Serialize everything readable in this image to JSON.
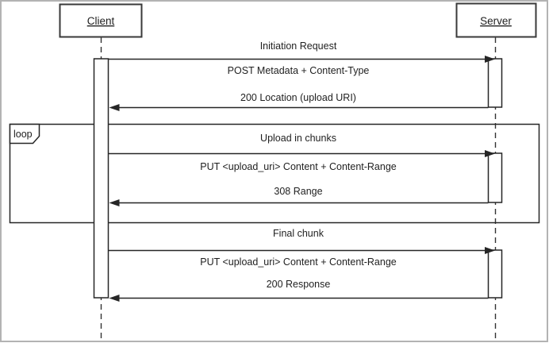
{
  "diagram": {
    "type": "uml-sequence-diagram",
    "actors": {
      "client": "Client",
      "server": "Server"
    },
    "loop_fragment": {
      "label": "loop"
    },
    "sections": [
      {
        "title": "Initiation Request",
        "request": "POST Metadata + Content-Type",
        "response": "200 Location (upload URI)"
      },
      {
        "title": "Upload in chunks",
        "request": "PUT <upload_uri> Content + Content-Range",
        "response": "308 Range"
      },
      {
        "title": "Final chunk",
        "request": "PUT <upload_uri> Content + Content-Range",
        "response": "200 Response"
      }
    ],
    "colors": {
      "line": "#262626",
      "text": "#1f1f1f",
      "activation_fill": "#ffffff",
      "outer_border": "#b3b3b3",
      "background": "#ffffff"
    }
  }
}
